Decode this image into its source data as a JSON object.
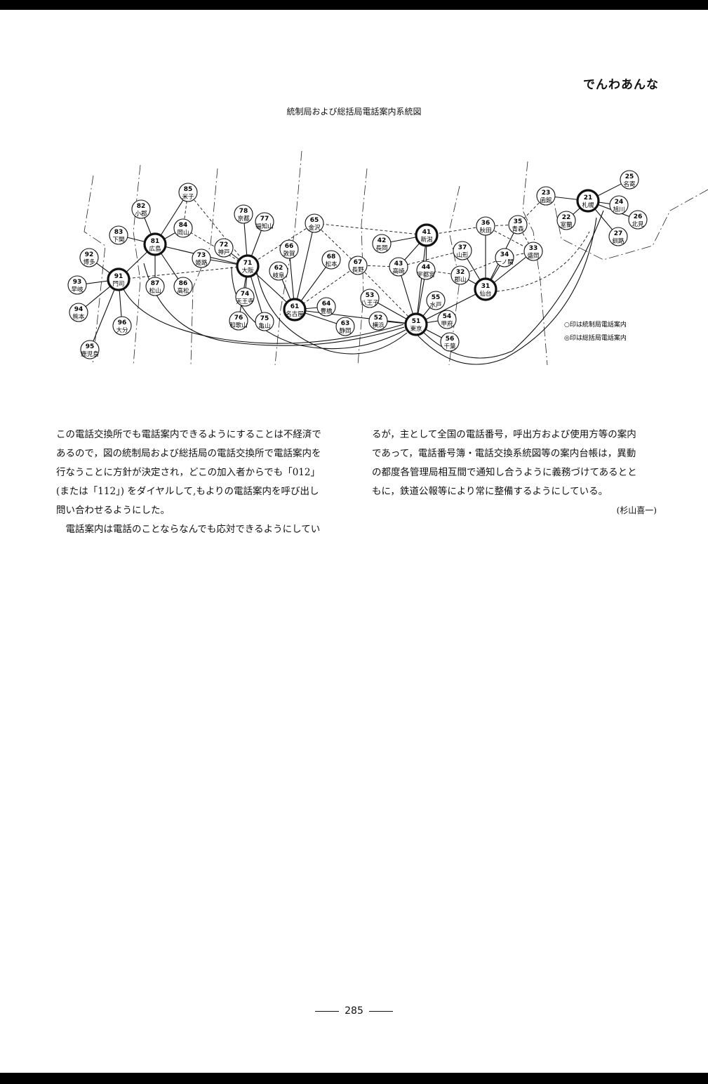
{
  "header": "でんわあんな",
  "figure_title": "統制局および総括局電話案内系統図",
  "nodes": [
    {
      "id": "21",
      "name": "札幌",
      "main": true
    },
    {
      "id": "22",
      "name": "室蘭",
      "main": false
    },
    {
      "id": "23",
      "name": "函館",
      "main": false
    },
    {
      "id": "24",
      "name": "旭川",
      "main": false
    },
    {
      "id": "25",
      "name": "名寄",
      "main": false
    },
    {
      "id": "26",
      "name": "北見",
      "main": false
    },
    {
      "id": "27",
      "name": "釧路",
      "main": false
    },
    {
      "id": "31",
      "name": "仙台",
      "main": true
    },
    {
      "id": "32",
      "name": "郡山",
      "main": false
    },
    {
      "id": "33",
      "name": "盛岡",
      "main": false
    },
    {
      "id": "34",
      "name": "一ノ関",
      "main": false
    },
    {
      "id": "35",
      "name": "青森",
      "main": false
    },
    {
      "id": "36",
      "name": "秋田",
      "main": false
    },
    {
      "id": "37",
      "name": "山形",
      "main": false
    },
    {
      "id": "41",
      "name": "新潟",
      "main": true
    },
    {
      "id": "42",
      "name": "長岡",
      "main": false
    },
    {
      "id": "43",
      "name": "高崎",
      "main": false
    },
    {
      "id": "44",
      "name": "宇都宮",
      "main": false
    },
    {
      "id": "51",
      "name": "東京",
      "main": true
    },
    {
      "id": "52",
      "name": "横浜",
      "main": false
    },
    {
      "id": "53",
      "name": "八王子",
      "main": false
    },
    {
      "id": "54",
      "name": "甲府",
      "main": false
    },
    {
      "id": "55",
      "name": "水戸",
      "main": false
    },
    {
      "id": "56",
      "name": "千葉",
      "main": false
    },
    {
      "id": "61",
      "name": "名古屋",
      "main": true
    },
    {
      "id": "62",
      "name": "岐阜",
      "main": false
    },
    {
      "id": "63",
      "name": "静岡",
      "main": false
    },
    {
      "id": "64",
      "name": "豊橋",
      "main": false
    },
    {
      "id": "65",
      "name": "金沢",
      "main": false
    },
    {
      "id": "66",
      "name": "敦賀",
      "main": false
    },
    {
      "id": "67",
      "name": "長野",
      "main": false
    },
    {
      "id": "68",
      "name": "松本",
      "main": false
    },
    {
      "id": "71",
      "name": "大阪",
      "main": true
    },
    {
      "id": "72",
      "name": "神戸",
      "main": false
    },
    {
      "id": "73",
      "name": "姫路",
      "main": false
    },
    {
      "id": "74",
      "name": "天王寺",
      "main": false
    },
    {
      "id": "75",
      "name": "亀山",
      "main": false
    },
    {
      "id": "76",
      "name": "和歌山",
      "main": false
    },
    {
      "id": "77",
      "name": "福知山",
      "main": false
    },
    {
      "id": "78",
      "name": "京都",
      "main": false
    },
    {
      "id": "81",
      "name": "広島",
      "main": true
    },
    {
      "id": "82",
      "name": "小郡",
      "main": false
    },
    {
      "id": "83",
      "name": "下関",
      "main": false
    },
    {
      "id": "84",
      "name": "岡山",
      "main": false
    },
    {
      "id": "85",
      "name": "米子",
      "main": false
    },
    {
      "id": "86",
      "name": "高松",
      "main": false
    },
    {
      "id": "87",
      "name": "松山",
      "main": false
    },
    {
      "id": "91",
      "name": "門司",
      "main": true
    },
    {
      "id": "92",
      "name": "博多",
      "main": false
    },
    {
      "id": "93",
      "name": "早岐",
      "main": false
    },
    {
      "id": "94",
      "name": "熊本",
      "main": false
    },
    {
      "id": "95",
      "name": "鹿児島",
      "main": false
    },
    {
      "id": "96",
      "name": "大分",
      "main": false
    }
  ],
  "legend": [
    "○印は統制局電話案内",
    "◎印は総括局電話案内"
  ],
  "body": {
    "left_col": [
      "この電話交換所でも電話案内できるようにすることは不経済で",
      "あるので，図の統制局および総括局の電話交換所で電話案内を",
      "行なうことに方針が決定され，どこの加入者からでも「012」",
      "(または「112」) をダイヤルして,もよりの電話案内を呼び出し",
      "問い合わせるようにした。",
      "　電話案内は電話のことならなんでも応対できるようにしてい"
    ],
    "right_col": [
      "るが，主として全国の電話番号，呼出方および使用方等の案内",
      "であって，電話番号簿・電話交換系統図等の案内台帳は，異動",
      "の都度各管理局相互間で通知し合うように義務づけてあるとと",
      "もに，鉄道公報等により常に整備するようにしている。"
    ],
    "author": "(杉山喜一)"
  },
  "page_number": "285"
}
